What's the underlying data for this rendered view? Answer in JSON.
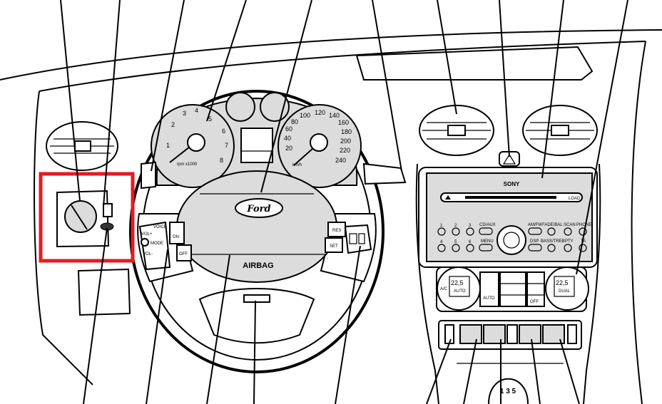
{
  "diagram": {
    "brand_logo": "Ford",
    "airbag_label": "AIRBAG",
    "tachometer": {
      "ticks": [
        "1",
        "2",
        "3",
        "4",
        "5",
        "6",
        "7",
        "8"
      ],
      "unit": "rpm x1000"
    },
    "speedometer": {
      "ticks": [
        "20",
        "40",
        "60",
        "80",
        "100",
        "120",
        "140",
        "160",
        "180",
        "200",
        "220",
        "240"
      ],
      "unit": "km/h"
    },
    "steering_left_controls": {
      "voice": "VOICE",
      "mode": "MODE",
      "vol_plus": "VOL+",
      "vol_minus": "VOL-",
      "on": "ON",
      "off": "OFF"
    },
    "steering_right_controls": {
      "res": "RES",
      "set": "SET",
      "minus": "-"
    },
    "radio": {
      "brand": "SONY",
      "load": "LOAD",
      "presets": [
        "1",
        "2",
        "3",
        "4",
        "5",
        "6"
      ],
      "buttons_top": [
        "CD/AUX",
        "AM/FM",
        "FADE/BAL",
        "SCAN",
        "PHONE"
      ],
      "buttons_bottom": [
        "MENU",
        "DSP",
        "BASS/TREB",
        "PTY",
        "TA"
      ]
    },
    "climate": {
      "ac": "A/C",
      "auto": "AUTO",
      "left_temp": "22,5",
      "right_temp": "22,5",
      "off": "OFF",
      "dual": "DUAL"
    },
    "gear_pattern": "1 3 5",
    "highlight_color": "#e31b23"
  }
}
